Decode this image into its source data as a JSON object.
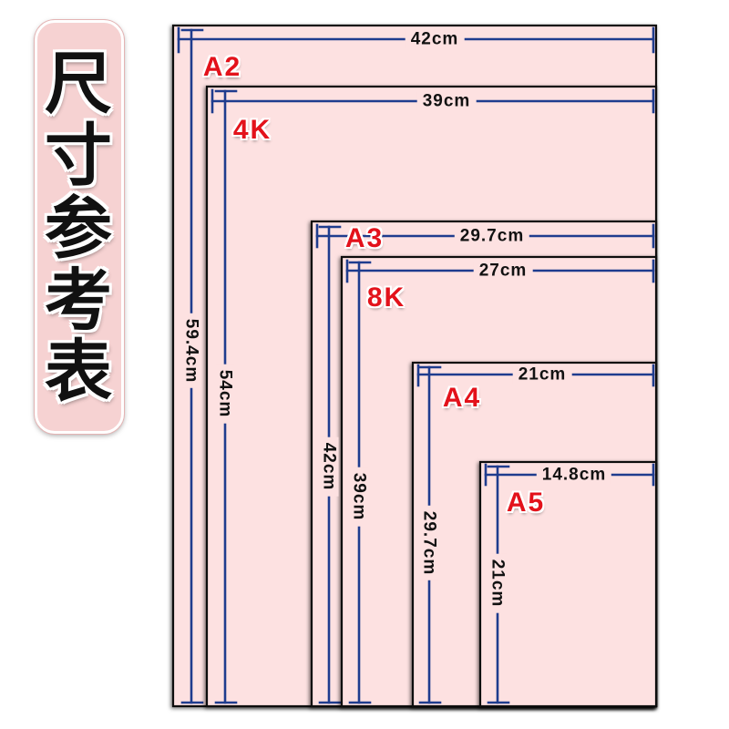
{
  "title_chars": [
    "尺",
    "寸",
    "参",
    "考",
    "表"
  ],
  "papers": [
    {
      "name": "A2",
      "width": "42cm",
      "height": "59.4cm"
    },
    {
      "name": "4K",
      "width": "39cm",
      "height": "54cm"
    },
    {
      "name": "A3",
      "width": "29.7cm",
      "height": "42cm"
    },
    {
      "name": "8K",
      "width": "27cm",
      "height": "39cm"
    },
    {
      "name": "A4",
      "width": "21cm",
      "height": "29.7cm"
    },
    {
      "name": "A5",
      "width": "14.8cm",
      "height": "21cm"
    }
  ],
  "colors": {
    "sheet": "#fde1e1",
    "dim": "#1f3c8e",
    "name": "#e3121b",
    "titlebox": "#f6d2d2"
  }
}
